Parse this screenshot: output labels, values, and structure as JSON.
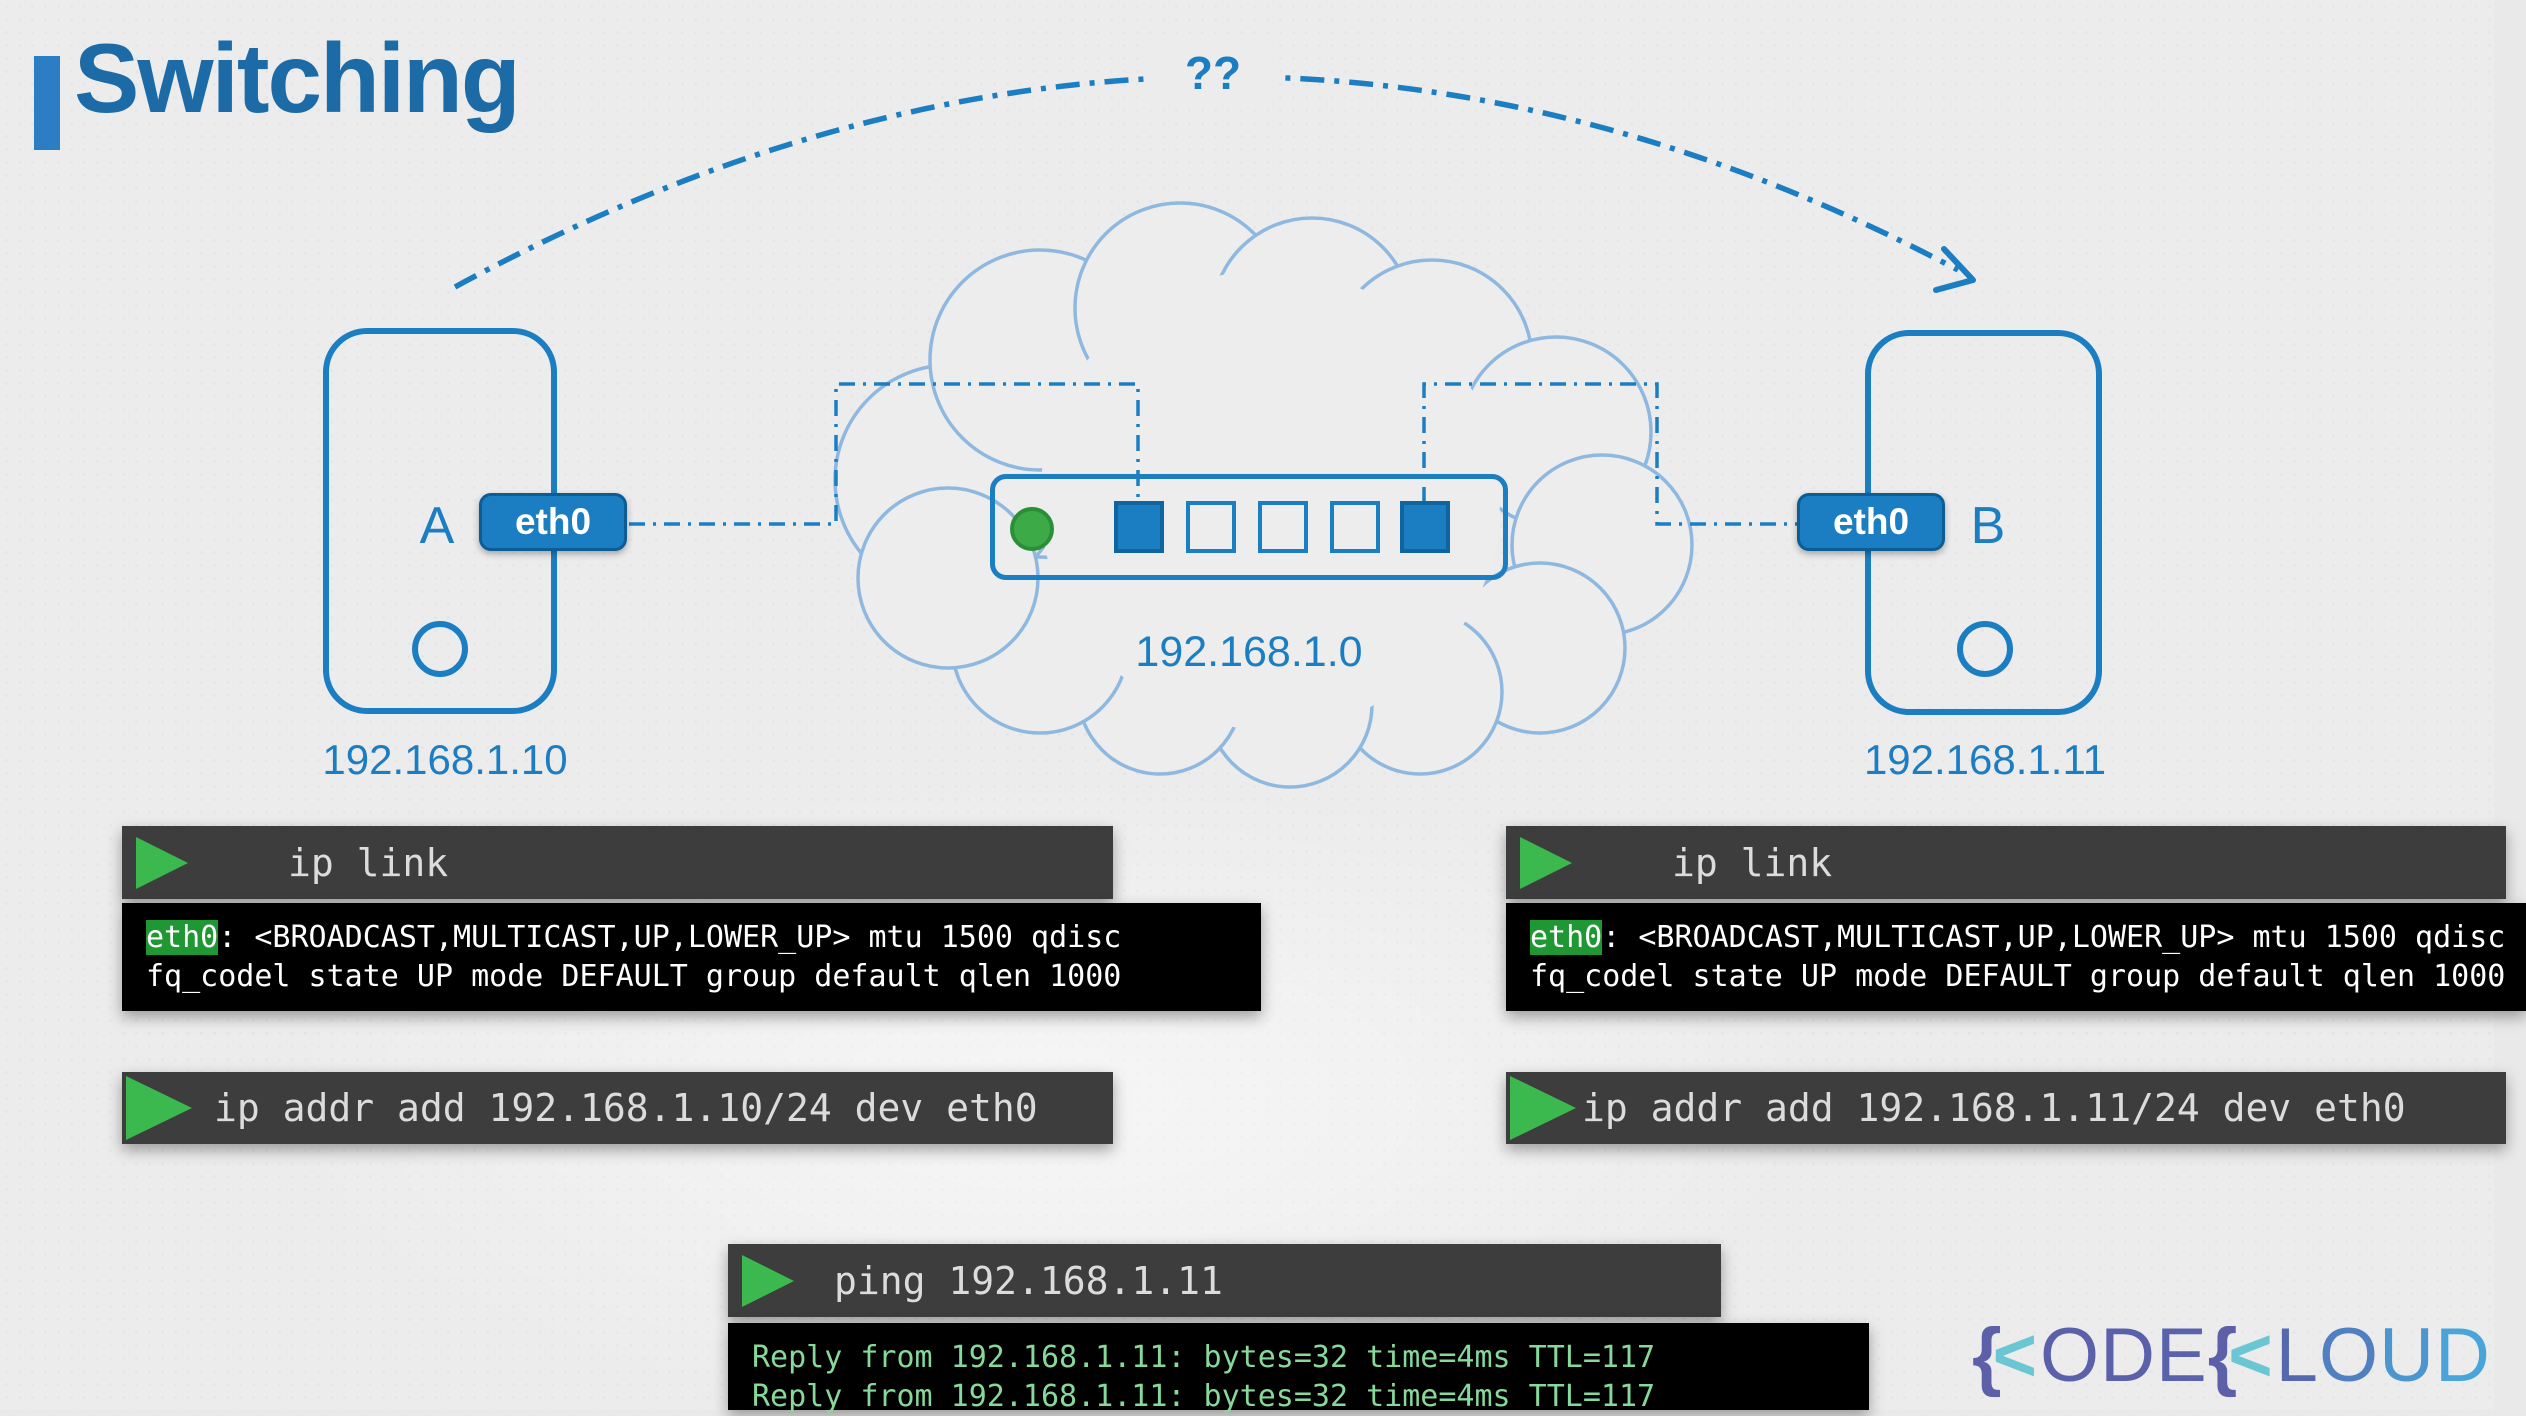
{
  "slide": {
    "title": "Switching",
    "question_label": "??"
  },
  "colors": {
    "accent_bar": "#2b7ec3",
    "title_text": "#1c6ba7",
    "diagram_blue": "#1b7ec2",
    "cloud_stroke": "#8fb8e0",
    "led_green": "#3caa47",
    "terminal_bar_bg": "#3d3d3d",
    "terminal_output_bg": "#000000",
    "play_triangle_green": "#3cb94e",
    "highlight_green": "#1f9733",
    "ping_text_green": "#87d89b"
  },
  "diagram": {
    "host_a": {
      "name": "A",
      "interface": "eth0",
      "ip": "192.168.1.10"
    },
    "host_b": {
      "name": "B",
      "interface": "eth0",
      "ip": "192.168.1.11"
    },
    "network": {
      "ip": "192.168.1.0"
    }
  },
  "terminals": {
    "left_ip_link": {
      "command": "ip link",
      "out_highlight": "eth0",
      "out_line1_rest": ": <BROADCAST,MULTICAST,UP,LOWER_UP> mtu 1500 qdisc",
      "out_line2": "fq_codel state UP mode DEFAULT group default qlen 1000"
    },
    "left_ip_addr": {
      "command": "ip addr add 192.168.1.10/24 dev eth0"
    },
    "right_ip_link": {
      "command": "ip link",
      "out_highlight": "eth0",
      "out_line1_rest": ": <BROADCAST,MULTICAST,UP,LOWER_UP> mtu 1500 qdisc",
      "out_line2": "fq_codel state UP mode DEFAULT group default qlen 1000"
    },
    "right_ip_addr": {
      "command": "ip addr add 192.168.1.11/24 dev eth0"
    },
    "ping": {
      "command": "ping 192.168.1.11",
      "output_lines": [
        "Reply from 192.168.1.11: bytes=32 time=4ms TTL=117",
        "Reply from 192.168.1.11: bytes=32 time=4ms TTL=117"
      ]
    }
  },
  "logo": {
    "name": "KodeKloud",
    "parts": [
      {
        "t": "{",
        "c": "#5e5fa9",
        "k": "kbrace"
      },
      {
        "t": "<",
        "c": "#6ac6d3",
        "k": "kchev"
      },
      {
        "t": "O",
        "c": "#5b60ab",
        "k": ""
      },
      {
        "t": "D",
        "c": "#5b60ab",
        "k": ""
      },
      {
        "t": "E",
        "c": "#5a62ac",
        "k": ""
      },
      {
        "t": "{",
        "c": "#5e5fa9",
        "k": "kbrace"
      },
      {
        "t": "<",
        "c": "#6ac6d3",
        "k": "kchev"
      },
      {
        "t": "L",
        "c": "#5668ad",
        "k": ""
      },
      {
        "t": "O",
        "c": "#5180c1",
        "k": ""
      },
      {
        "t": "U",
        "c": "#4b96cf",
        "k": ""
      },
      {
        "t": "D",
        "c": "#48a4d9",
        "k": ""
      }
    ]
  }
}
